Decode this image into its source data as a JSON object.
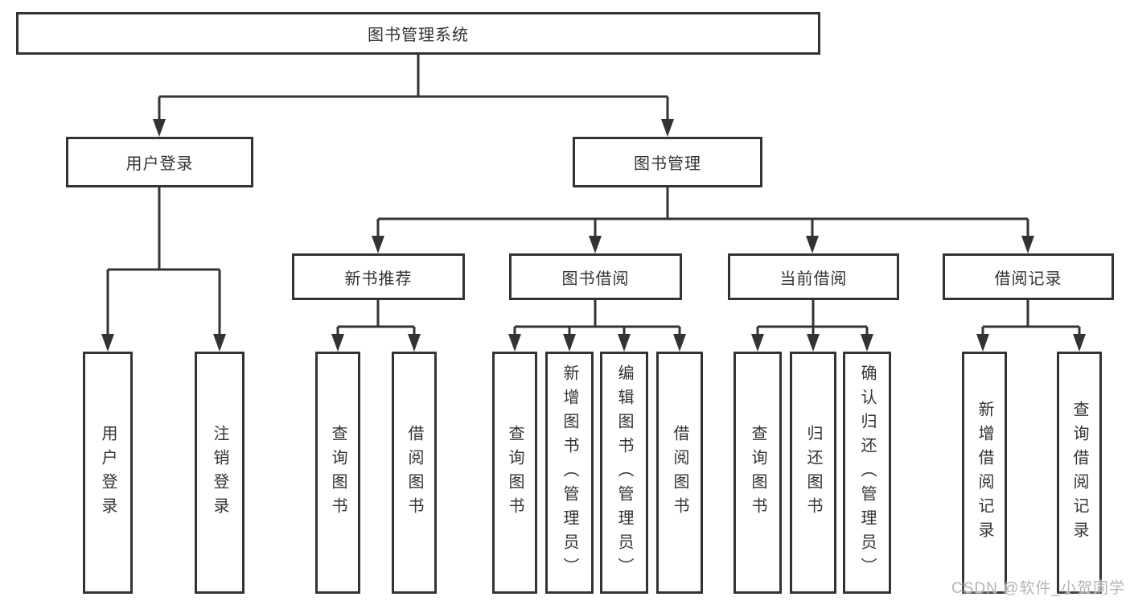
{
  "diagram": {
    "root": "图书管理系统",
    "level2": [
      "用户登录",
      "图书管理"
    ],
    "level3": [
      "新书推荐",
      "图书借阅",
      "当前借阅",
      "借阅记录"
    ],
    "leaves": [
      "用户登录",
      "注销登录",
      "查询图书",
      "借阅图书",
      "查询图书",
      "新增图书（管理员）",
      "编辑图书（管理员）",
      "借阅图书",
      "查询图书",
      "归还图书",
      "确认归还（管理员）",
      "新增借阅记录",
      "查询借阅记录"
    ],
    "hierarchy": {
      "图书管理系统": {
        "用户登录": [
          "用户登录",
          "注销登录"
        ],
        "图书管理": {
          "新书推荐": [
            "查询图书",
            "借阅图书"
          ],
          "图书借阅": [
            "查询图书",
            "新增图书（管理员）",
            "编辑图书（管理员）",
            "借阅图书"
          ],
          "当前借阅": [
            "查询图书",
            "归还图书",
            "确认归还（管理员）"
          ],
          "借阅记录": [
            "新增借阅记录",
            "查询借阅记录"
          ]
        }
      }
    }
  },
  "watermark": "CSDN @软件_小贺同学",
  "colors": {
    "line": "#333333",
    "box_border": "#333333",
    "text": "#333333",
    "watermark": "#b3b3b3",
    "background": "#ffffff"
  }
}
